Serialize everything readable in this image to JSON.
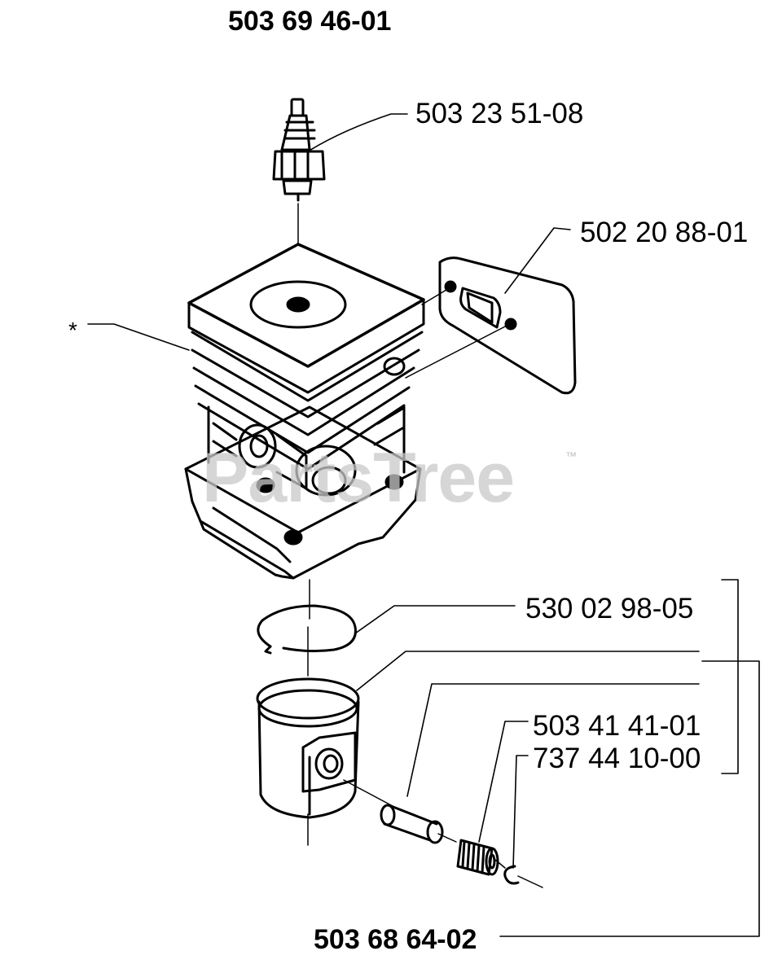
{
  "diagram": {
    "assembly_number": "503 69 46-01",
    "spark_plug": "503 23 51-08",
    "gasket": "502 20 88-01",
    "cylinder_marker": "*",
    "piston_ring": "530 02 98-05",
    "needle_bearing": "503 41 41-01",
    "circlip": "737 44 10-00",
    "piston_kit": "503 68 64-02"
  },
  "watermark": {
    "text": "PartsTree",
    "trademark": "™"
  },
  "colors": {
    "line": "#000000",
    "background": "#ffffff",
    "watermark": "#c9c9c9"
  }
}
